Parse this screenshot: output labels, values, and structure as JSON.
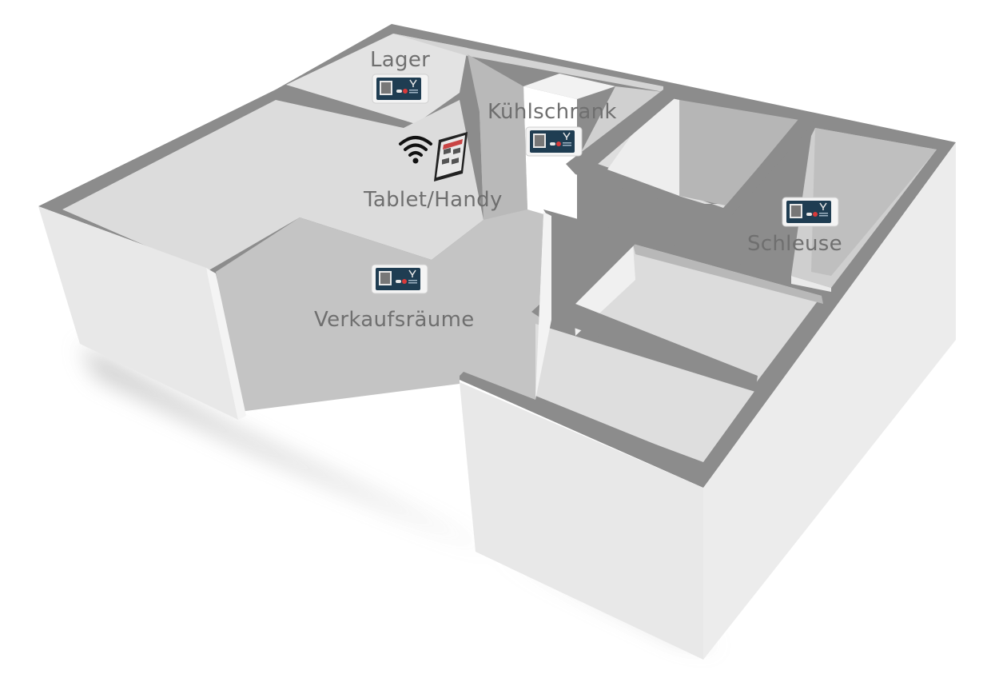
{
  "labels": {
    "lager": "Lager",
    "kuehlschrank": "Kühlschrank",
    "tablet": "Tablet/Handy",
    "verkauf": "Verkaufsräume",
    "schleuse": "Schleuse"
  },
  "icons": {
    "sensor": "sensor-device-icon",
    "wifi": "wifi-icon",
    "tablet": "tablet-icon"
  },
  "colors": {
    "wall_top": "#8c8c8c",
    "floor": "#c9c9c9",
    "wall_face": "#e6e6e6",
    "text": "#6f6f6f",
    "sensor_screen": "#1f3d52",
    "sensor_red": "#d93a3a"
  }
}
